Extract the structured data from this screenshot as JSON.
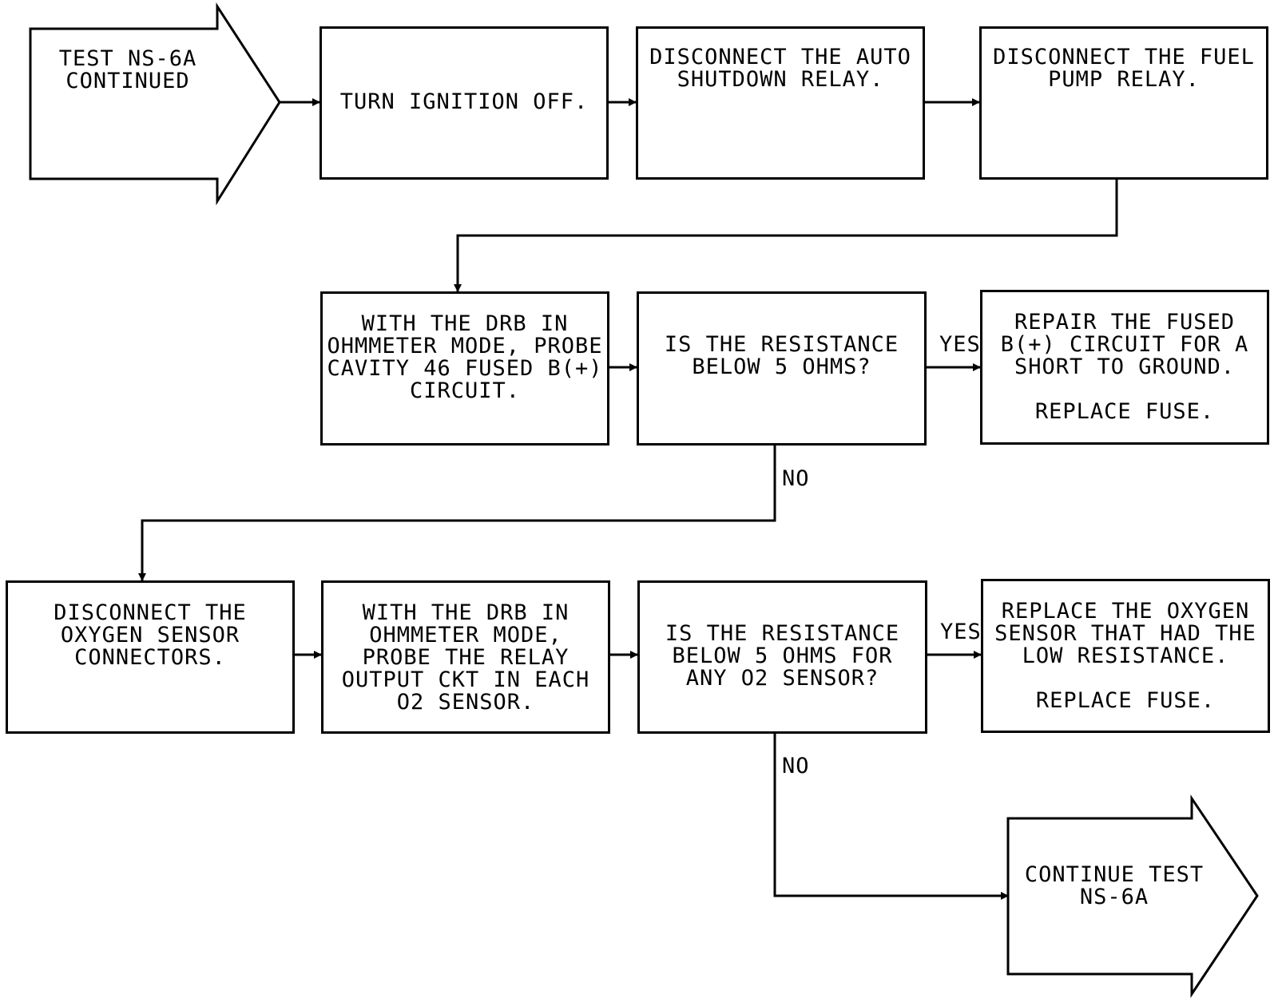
{
  "start_arrow": {
    "text": "TEST NS-6A\nCONTINUED"
  },
  "steps": {
    "turn_ignition_off": "TURN IGNITION OFF.",
    "disconnect_asd_relay": "DISCONNECT THE AUTO\nSHUTDOWN RELAY.",
    "disconnect_fuel_pump_relay": "DISCONNECT THE FUEL\nPUMP RELAY.",
    "probe_cavity_46": "WITH THE DRB IN\nOHMMETER MODE, PROBE\nCAVITY 46 FUSED B(+)\nCIRCUIT.",
    "question_1": "IS THE RESISTANCE\nBELOW 5 OHMS?",
    "repair_fused_circuit": "REPAIR THE FUSED\nB(+) CIRCUIT FOR A\nSHORT TO GROUND.",
    "replace_fuse_1": "REPLACE FUSE.",
    "disconnect_o2_connectors": "DISCONNECT THE\nOXYGEN SENSOR\nCONNECTORS.",
    "probe_relay_output": "WITH THE DRB IN\nOHMMETER MODE,\nPROBE THE RELAY\nOUTPUT CKT IN EACH\nO2 SENSOR.",
    "question_2": "IS THE RESISTANCE\nBELOW 5 OHMS FOR\nANY O2 SENSOR?",
    "replace_o2_sensor": "REPLACE THE OXYGEN\nSENSOR THAT HAD THE\nLOW RESISTANCE.",
    "replace_fuse_2": "REPLACE FUSE."
  },
  "end_arrow": {
    "text": "CONTINUE TEST\nNS-6A"
  },
  "labels": {
    "yes_1": "YES",
    "no_1": "NO",
    "yes_2": "YES",
    "no_2": "NO"
  }
}
